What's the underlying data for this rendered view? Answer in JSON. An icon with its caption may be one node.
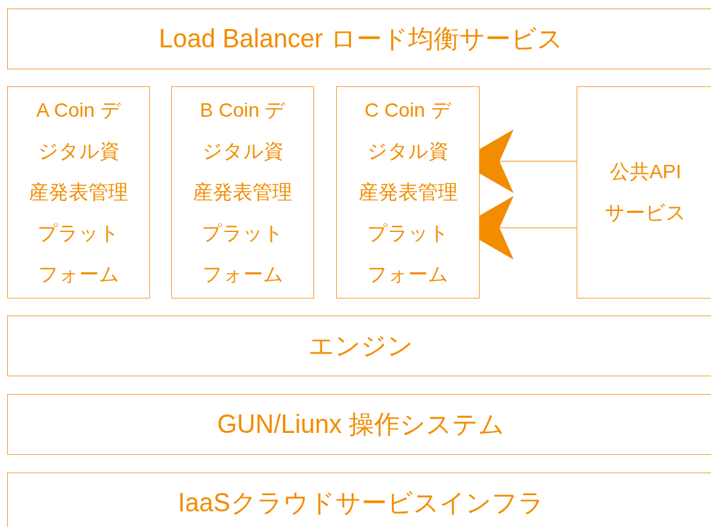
{
  "diagram": {
    "nodes": [
      {
        "text": [
          "Load Balancer ロード均衡サービス"
        ]
      },
      {
        "text": [
          "A Coin デジタル資産発表管理プラットフォーム"
        ]
      },
      {
        "text": [
          "B Coin デジタル資産発表管理プラットフォーム"
        ]
      },
      {
        "text": [
          "C Coin デジタル資産発表管理プラットフォーム"
        ]
      },
      {
        "text": [
          "公共APIサービス"
        ]
      },
      {
        "text": [
          "エンジン"
        ]
      },
      {
        "text": [
          "GUN/Liunx 操作システム"
        ]
      },
      {
        "text": [
          "IaaSクラウドサービスインフラ"
        ]
      }
    ],
    "edges": [
      {
        "from": 4,
        "to": 3,
        "arrow": "to"
      },
      {
        "from": 4,
        "to": 3,
        "arrow": "to"
      }
    ]
  }
}
